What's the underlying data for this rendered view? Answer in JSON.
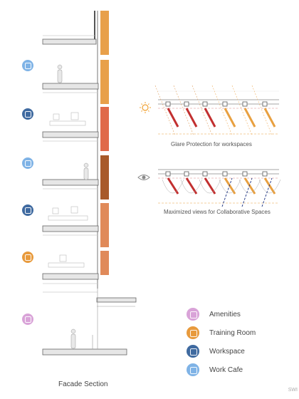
{
  "captions": {
    "glare": "Glare Protection for workspaces",
    "views": "Maximized views for Collaborative Spaces",
    "section": "Facade Section",
    "watermark": "SWI"
  },
  "legend": [
    {
      "label": "Amenities",
      "icon": "amenities-icon",
      "color": "#d9a3d8"
    },
    {
      "label": "Training Room",
      "icon": "training-room-icon",
      "color": "#e89a3c"
    },
    {
      "label": "Workspace",
      "icon": "workspace-icon",
      "color": "#3f6aa0"
    },
    {
      "label": "Work Cafe",
      "icon": "work-cafe-icon",
      "color": "#7fb3e6"
    }
  ],
  "floor_icons": [
    {
      "icon": "work-cafe-icon",
      "color": "#7fb3e6"
    },
    {
      "icon": "workspace-icon",
      "color": "#3f6aa0"
    },
    {
      "icon": "work-cafe-icon",
      "color": "#7fb3e6"
    },
    {
      "icon": "workspace-icon",
      "color": "#3f6aa0"
    },
    {
      "icon": "training-room-icon",
      "color": "#e89a3c"
    },
    {
      "icon": "amenities-icon",
      "color": "#d9a3d8"
    }
  ],
  "facade_panel_colors": [
    "#e8a04a",
    "#e8a04a",
    "#e06a4a",
    "#a85a2a",
    "#e08a5a",
    "#e08a5a"
  ],
  "colors": {
    "sun": "#f0a030",
    "eye": "#888888",
    "glare_red": "#c23030",
    "louver_orange": "#e8a040",
    "view_blue": "#2a3f8a"
  }
}
